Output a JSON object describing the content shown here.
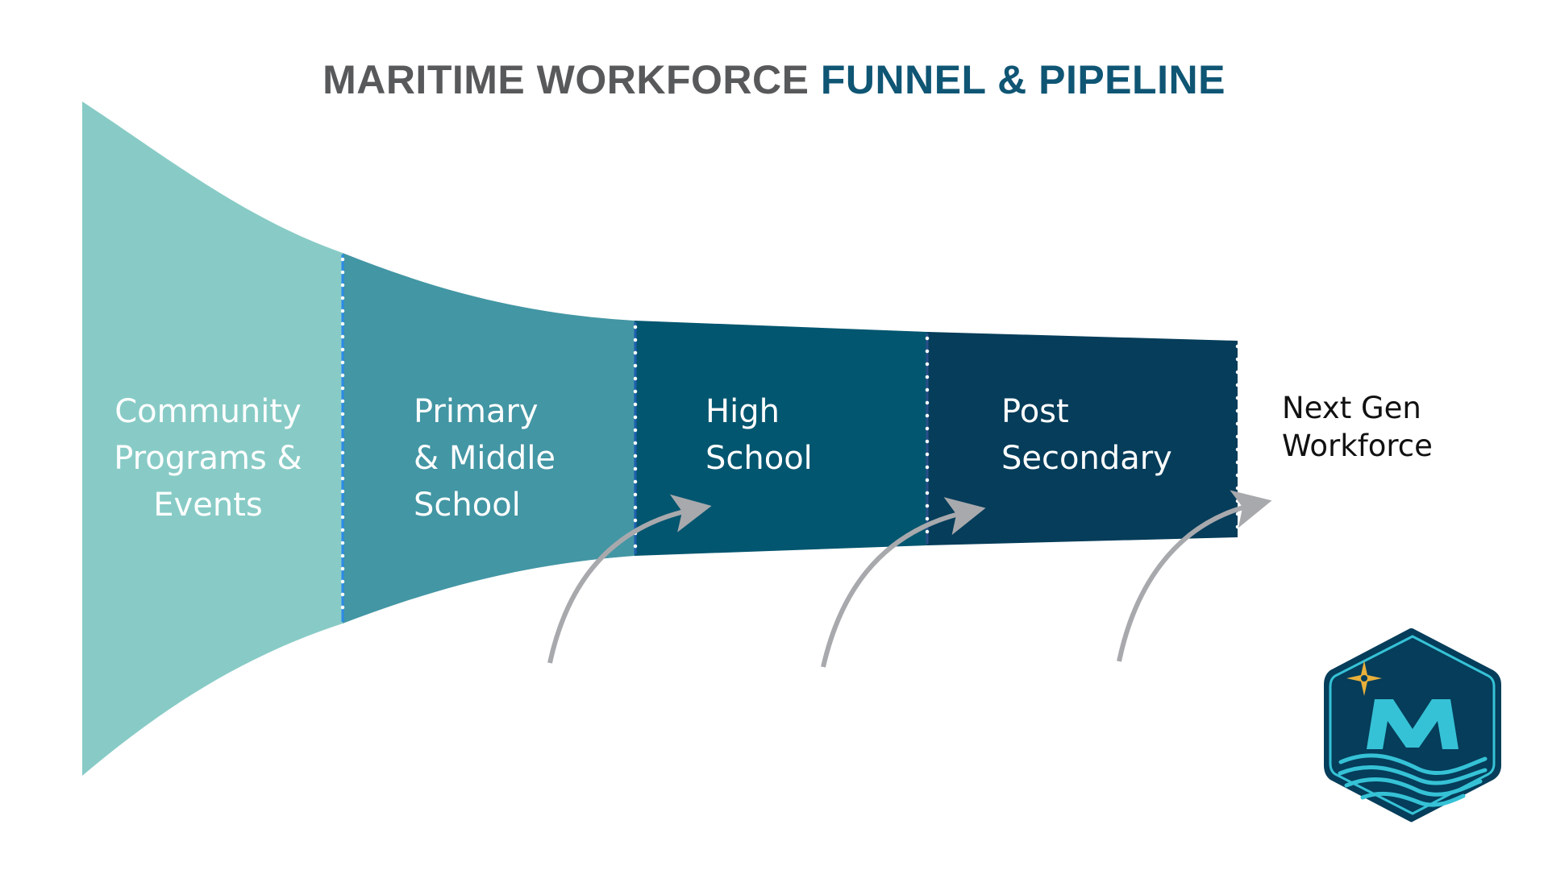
{
  "title": {
    "part1": "MARITIME WORKFORCE ",
    "part2": "FUNNEL & PIPELINE",
    "part1_color": "#58595B",
    "part2_color": "#0F5574"
  },
  "stages": [
    {
      "line1": "Community",
      "line2": "Programs &",
      "line3": "Events",
      "color": "#88CBC6"
    },
    {
      "line1": "Primary",
      "line2": "& Middle",
      "line3": "School",
      "color": "#4396A4"
    },
    {
      "line1": "High",
      "line2": "School",
      "color": "#03566F"
    },
    {
      "line1": "Post",
      "line2": "Secondary",
      "color": "#053D5A"
    }
  ],
  "outcome": {
    "line1": "Next Gen",
    "line2": "Workforce"
  },
  "arrows": {
    "count": 3,
    "color": "#A8A9AD"
  },
  "divider": {
    "line_color": "#2B7FE0",
    "dot_color": "#FFFFFF"
  },
  "logo": {
    "letter": "M",
    "icon": "compass-star-icon",
    "outer_color": "#053D5A",
    "accent_color": "#36C2D6",
    "star_color": "#E9B03A"
  }
}
